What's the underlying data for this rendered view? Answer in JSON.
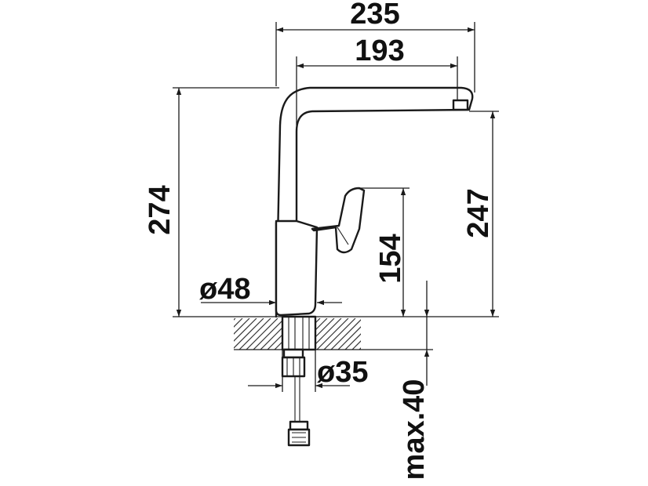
{
  "dimensions": {
    "overall_width": "235",
    "spout_reach": "193",
    "overall_height": "274",
    "spout_height": "247",
    "lever_height": "154",
    "body_diameter": "ø48",
    "hole_diameter": "ø35",
    "max_deck_thickness": "max.40"
  },
  "colors": {
    "line": "#1a1a1a",
    "background": "#ffffff"
  }
}
